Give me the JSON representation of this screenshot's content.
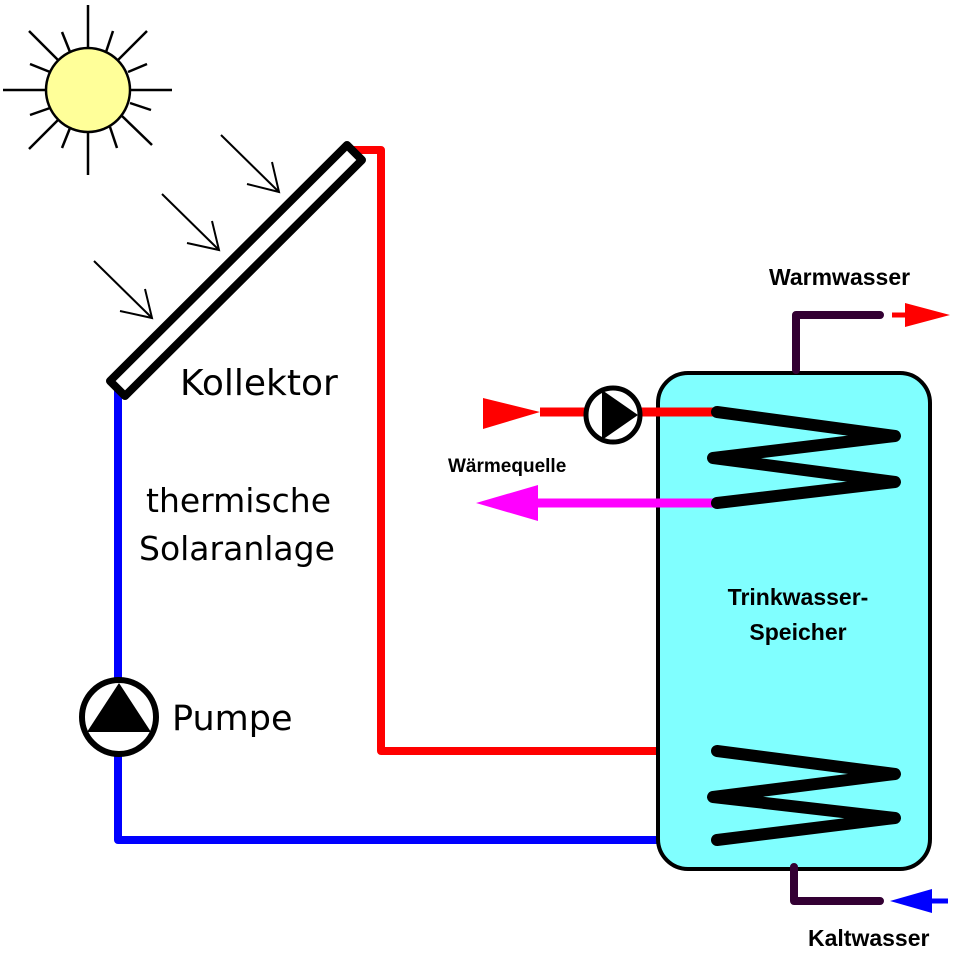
{
  "title": "thermische Solaranlage",
  "labels": {
    "collector": "Kollektor",
    "system_line1": "thermische",
    "system_line2": "Solaranlage",
    "pump": "Pumpe",
    "heat_source": "Wärmequelle",
    "storage_line1": "Trinkwasser-",
    "storage_line2": "Speicher",
    "hot_water": "Warmwasser",
    "cold_water": "Kaltwasser"
  },
  "colors": {
    "sun_fill": "#ffff99",
    "hot_pipe": "#ff0000",
    "cold_pipe": "#0000ff",
    "return_pipe": "#ff00ff",
    "drinking_water_pipe": "#330033",
    "tank_fill": "#80ffff",
    "outline": "#000000"
  },
  "components": [
    {
      "name": "sun",
      "icon": "sun-icon"
    },
    {
      "name": "collector",
      "icon": "solar-collector-icon"
    },
    {
      "name": "solar-pump",
      "icon": "pump-icon"
    },
    {
      "name": "heat-source-pump",
      "icon": "pump-icon"
    },
    {
      "name": "storage-tank",
      "icon": "tank-icon"
    }
  ]
}
